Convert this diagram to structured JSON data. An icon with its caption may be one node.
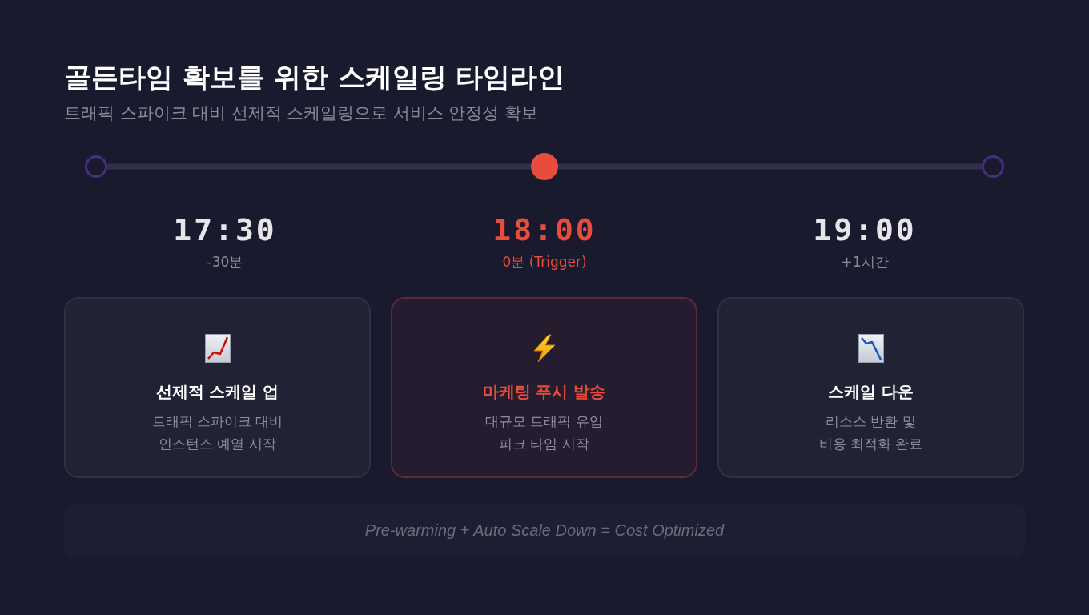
{
  "diagram": {
    "title": "골든타임 확보를 위한 스케일링 타임라인",
    "nodes": [
      {
        "text": [],
        "shape": "circle",
        "beside": [
          "17:30",
          "-30분"
        ]
      },
      {
        "text": [],
        "shape": "circle",
        "beside": [
          "18:00",
          "0분 (Trigger)"
        ]
      },
      {
        "text": [],
        "shape": "circle",
        "beside": [
          "19:00",
          "+1시간"
        ]
      },
      {
        "text": [
          "선제적 스케일 업",
          "트래픽 스파이크 대비 인스턴스 예열 시작"
        ]
      },
      {
        "text": [
          "마케팅 푸시 발송",
          "대규모 트래픽 유입 피크 타임 시작"
        ]
      },
      {
        "text": [
          "스케일 다운",
          "리소스 반환 및 비용 최적화 완료"
        ]
      },
      {
        "text": [
          "Pre-warming + Auto Scale Down = Cost Optimized"
        ]
      }
    ],
    "edges": [
      {
        "from": 0,
        "to": 1,
        "arrow": "none"
      },
      {
        "from": 1,
        "to": 2,
        "arrow": "none"
      }
    ],
    "labels": [
      "트래픽 스파이크 대비 선제적 스케일링으로 서비스 안정성 확보"
    ]
  }
}
